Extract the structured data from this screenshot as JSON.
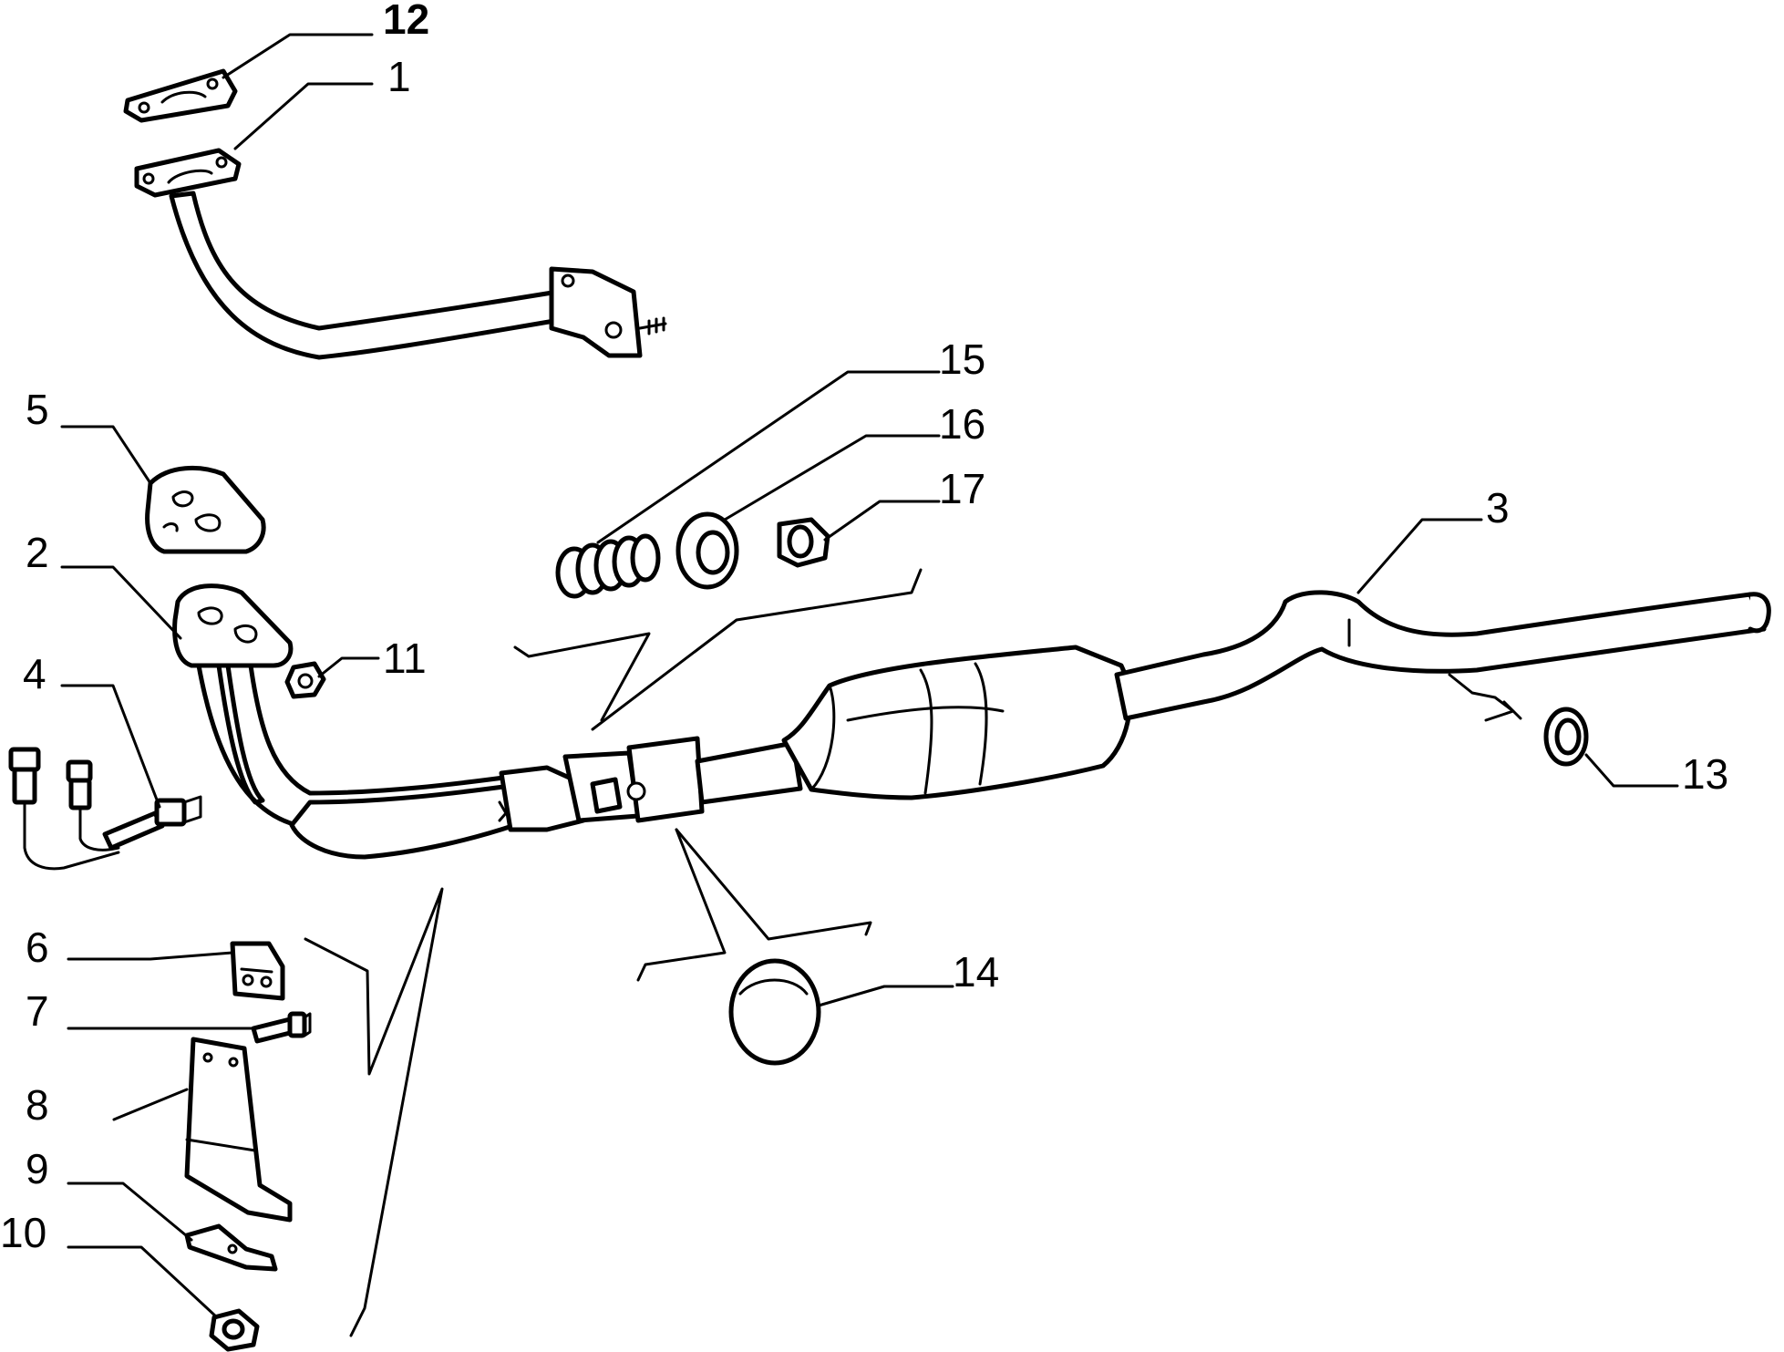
{
  "callouts": [
    {
      "id": "12",
      "label": "12"
    },
    {
      "id": "1",
      "label": "1"
    },
    {
      "id": "15",
      "label": "15"
    },
    {
      "id": "16",
      "label": "16"
    },
    {
      "id": "17",
      "label": "17"
    },
    {
      "id": "5",
      "label": "5"
    },
    {
      "id": "2",
      "label": "2"
    },
    {
      "id": "11",
      "label": "11"
    },
    {
      "id": "4",
      "label": "4"
    },
    {
      "id": "3",
      "label": "3"
    },
    {
      "id": "13",
      "label": "13"
    },
    {
      "id": "6",
      "label": "6"
    },
    {
      "id": "7",
      "label": "7"
    },
    {
      "id": "8",
      "label": "8"
    },
    {
      "id": "9",
      "label": "9"
    },
    {
      "id": "10",
      "label": "10"
    },
    {
      "id": "14",
      "label": "14"
    }
  ]
}
